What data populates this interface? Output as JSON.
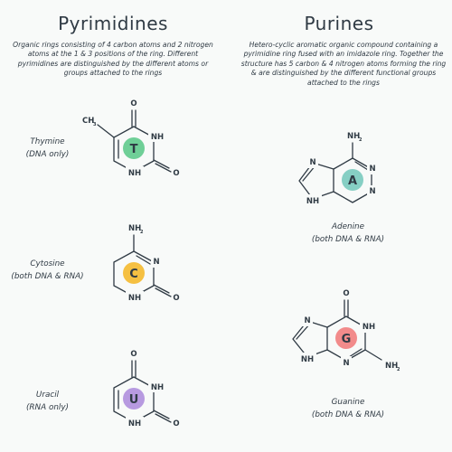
{
  "pyrimidines": {
    "title": "Pyrimidines",
    "description": "Organic rings consisting of 4 carbon atoms and 2 nitrogen atoms at the 1 & 3 positions of the ring. Different pyrimidines are distinguished by the different atoms or groups attached to the rings"
  },
  "purines": {
    "title": "Purines",
    "description": "Hetero-cyclic aromatic organic compound containing a pyrimidine ring fused with an imidazole ring. Together the structure has 5 carbon & 4 nitrogen atoms forming the ring & are distinguished by the different functional groups attached to the rings"
  },
  "bases": {
    "thymine": {
      "name": "Thymine",
      "note": "(DNA only)",
      "letter": "T",
      "color": "#6fcf97",
      "methyl": "CH",
      "methyl_sub": "3",
      "o_top": "O",
      "n_right": "NH",
      "o_right": "O",
      "n_bottom": "NH"
    },
    "cytosine": {
      "name": "Cytosine",
      "note": "(both DNA & RNA)",
      "letter": "C",
      "color": "#f5c042",
      "amine": "NH",
      "amine_sub": "2",
      "n_right": "N",
      "o_right": "O",
      "n_bottom": "NH"
    },
    "uracil": {
      "name": "Uracil",
      "note": "(RNA only)",
      "letter": "U",
      "color": "#b79ae0",
      "o_top": "O",
      "n_right": "NH",
      "o_right": "O",
      "n_bottom": "NH"
    },
    "adenine": {
      "name": "Adenine",
      "note": "(both DNA & RNA)",
      "letter": "A",
      "color": "#86cfc4",
      "amine": "NH",
      "amine_sub": "2",
      "n_imid_top": "N",
      "n_imid_bottom": "NH",
      "n_right_top": "N",
      "n_right_bottom": "N"
    },
    "guanine": {
      "name": "Guanine",
      "note": "(both DNA & RNA)",
      "letter": "G",
      "color": "#f28b8b",
      "o_top": "O",
      "n_imid_top": "N",
      "n_imid_bottom": "NH",
      "n_right_top": "NH",
      "n_right_bottom": "N",
      "amine": "NH",
      "amine_sub": "2"
    }
  }
}
